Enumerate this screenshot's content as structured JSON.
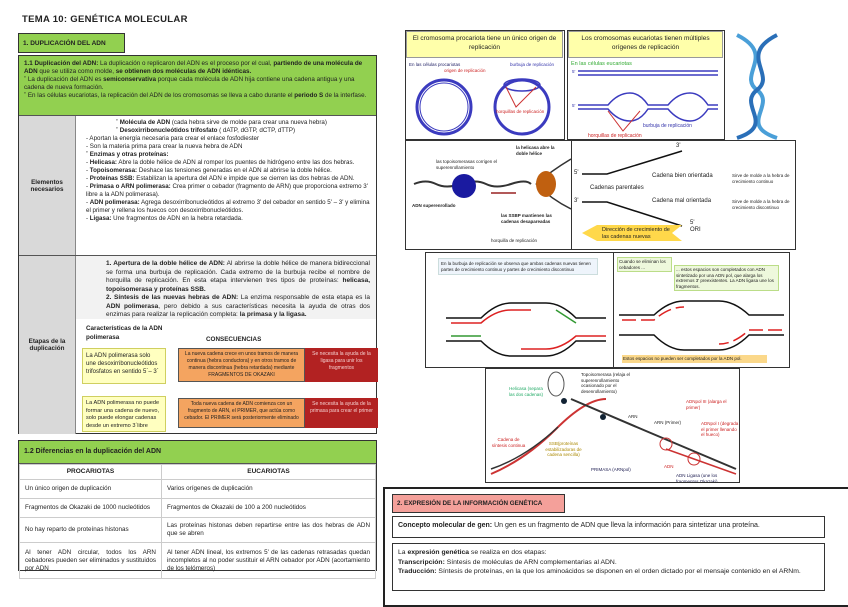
{
  "title": "TEMA 10: GENÉTICA MOLECULAR",
  "section1": {
    "header": "1. DUPLICACIÓN DEL ADN",
    "intro": {
      "label": "1.1 Duplicación del ADN:",
      "text1": " La duplicación o replicaron del ADN es el proceso por el cual, ",
      "bold1": "partiendo de una molécula de ADN",
      "text2": " que se utiliza como molde, ",
      "bold2": "se obtienen dos moléculas de ADN idénticas.",
      "b1a": "La duplicación del ADN es ",
      "b1b": "semiconservativa",
      "b1c": " porque cada molécula de ADN hija contiene una cadena antigua y una cadena de nueva formación.",
      "b2a": "En las células eucariotas, la replicación del ADN de los cromosomas se lleva a cabo durante el ",
      "b2b": "periodo S",
      "b2c": " de la interfase."
    },
    "elementos": {
      "label": "Elementos necesarios",
      "items": [
        {
          "b": "Molécula de ADN",
          "t": " (cada hebra sirve de molde para crear una nueva hebra)"
        },
        {
          "b": "Desoxirribonucleótidos trifosfato",
          "t": " ( dATP, dGTP, dCTP, dTTP)"
        },
        {
          "b": "",
          "t": "- Aportan la energía necesaria para crear el enlace fosfodiester"
        },
        {
          "b": "",
          "t": "- Son la materia prima para crear la nueva hebra de ADN"
        },
        {
          "b": "Enzimas y otras proteínas:",
          "t": ""
        },
        {
          "b": "Helicasa:",
          "t": " Abre la doble hélice de ADN al romper los puentes de hidrógeno entre las dos hebras."
        },
        {
          "b": "Topoisomerasa:",
          "t": " Deshace las tensiones generadas en el ADN al abrirse la doble hélice."
        },
        {
          "b": "Proteínas SSB:",
          "t": " Estabilizan la apertura del ADN e impide que se cierren las dos hebras de ADN."
        },
        {
          "b": "Primasa o ARN polimerasa:",
          "t": " Crea primer o cebador (fragmento de ARN) que proporciona extremo 3' libre a la ADN polimerasa)."
        },
        {
          "b": "ADN polimerasa:",
          "t": " Agrega desoxirribonucleótidos al extremo 3' del cebador en sentido 5' – 3' y elimina el primer y rellena los huecos con desoxirribonucleótidos."
        },
        {
          "b": "Ligasa:",
          "t": " Une fragmentos de ADN en la hebra retardada."
        }
      ]
    },
    "etapas": {
      "label": "Etapas de la duplicación",
      "s1b": "1. Apertura de la doble hélice de ADN:",
      "s1t": " Al abrirse la doble hélice de manera bidireccional se forma una burbuja de replicación. Cada extremo de la burbuja recibe el nombre de horquilla de replicación. En esta etapa intervienen tres tipos de proteínas: ",
      "s1b2": "helicasa, topoisomerasa y proteínas SSB.",
      "s2b": "2. Síntesis de las nuevas hebras de ADN:",
      "s2t": " La enzima responsable de esta etapa es la ",
      "s2b2": "ADN polimerasa",
      "s2t2": ", pero debido a sus características necesita la ayuda de otras dos enzimas para realizar la replicación completa: ",
      "s2b3": "la primasa y la ligasa.",
      "char_head": "Características de la ADN polimerasa",
      "cons_head": "CONSECUENCIAS",
      "c1": "La ADN polimerasa solo une desoxirribonucleótidos trifosfatos en sentido 5´– 3´",
      "o1": "La nueva cadena crece en unos tramos de manera continua (hebra conductora) y en otros tramos de manera discontinua (hebra retardada) mediante FRAGMENTOS DE OKAZAKI",
      "r1": "Se necesita la ayuda de la ligasa para unir los fragmentos",
      "c2": "La ADN polimerasa no puede formar una cadena de nuevo, solo puede elongar cadenas desde un extremo 3´libre",
      "o2": "Toda nueva cadena de ADN comienza con un fragmento de ARN, el PRIMER, que actúa como cebador. El PRIMER será posteriormente eliminado",
      "r2": "Se necesita la ayuda de la primasa para crear el primer"
    }
  },
  "section12": {
    "header": "1.2 Diferencias en la duplicación del ADN",
    "columns": [
      "PROCARIOTAS",
      "EUCARIOTAS"
    ],
    "rows": [
      [
        "Un único origen de duplicación",
        "Varios orígenes de duplicación"
      ],
      [
        "Fragmentos de Okazaki de 1000 nucleótidos",
        "Fragmentos de Okazaki de 100 a 200 nucleótidos"
      ],
      [
        "No hay reparto de proteínas histonas",
        "Las proteínas histonas deben repartirse entre las dos hebras de ADN que se abren"
      ],
      [
        "Al tener ADN circular, todos los ARN cebadores pueden ser eliminados y sustituidos por ADN",
        "Al tener ADN lineal, los extremos 5' de las cadenas retrasadas quedan incompletos al no poder sustituir el ARN cebador por ADN (acortamiento de los telómeros)"
      ]
    ]
  },
  "figures": {
    "prok_caption": "El cromosoma procariota tiene un único origen de replicación",
    "prok_labels": [
      "En las células procariotas",
      "origen de replicación",
      "burbuja de replicación",
      "horquillas de replicación"
    ],
    "euk_caption": "Los cromosomas eucariotas tienen múltiples orígenes de replicación",
    "euk_labels": [
      "En las células eucariotas",
      "5'",
      "5'",
      "burbuja de replicación",
      "horquillas de replicación"
    ],
    "fork_labels": [
      "las topoisomerasas corrigen el superenrollamiento",
      "la helicasa abre la doble hélice",
      "ADN superenrollado",
      "las SSBP mantienen las cadenas desapareadas",
      "horquilla de replicación"
    ],
    "strand_labels": {
      "p5": "5'",
      "p3": "3'",
      "top3": "3'",
      "bot5": "5'",
      "ori": "ORI",
      "parentales": "Cadenas parentales",
      "bien": "Cadena bien orientada",
      "bien_note": "Sirve de molde a la hebra de crecimiento continuo",
      "mal": "Cadena mal orientada",
      "mal_note": "Sirve de molde a la hebra de crecimiento discontinuo",
      "dir": "Dirección de crecimiento de las cadenas nuevas"
    },
    "bubble1_note": "En la burbuja de replicación se observa que ambas cadenas nuevas tienen partes de crecimiento continuo y partes de crecimiento discontinuo",
    "bubble2_notes": [
      "Cuando se eliminan los cebadores ...",
      "... estos espacios son completados con ADN sintetizado por una ADN pol, que alarga los extremos 3' preexistentes. La ADN ligasa une los fragmentos.",
      "Estos espacios no pueden ser completados por la ADN pol."
    ],
    "fork2_labels": [
      "Topoisomerasa (relaja el superenrollamiento ocasionado por el desenrollamiento)",
      "Helicasa (separa las dos cadenas)",
      "ARN",
      "ARN (Primer)",
      "ADNpol III (alarga el primer)",
      "ADNpol I (degrada el primer llenando el hueco)",
      "Cadena de síntesis continua",
      "SSB(proteínas estabilizadoras de cadena sencilla)",
      "PRIMASA (ARNpol)",
      "ADN",
      "ADN Ligasa (une los fragmentos Okazaki)"
    ]
  },
  "section2": {
    "header": "2. EXPRESIÓN DE LA INFORMACIÓN GENÉTICA",
    "concept_b": "Concepto molecular de gen:",
    "concept_t": " Un gen es un fragmento de ADN que lleva la información para sintetizar una proteína.",
    "expr_a": "La ",
    "expr_b": "expresión genética",
    "expr_c": " se realiza en dos etapas:",
    "tr_b": "Transcripción:",
    "tr_t": " Síntesis de moléculas de ARN complementarias al ADN.",
    "td_b": "Traducción:",
    "td_t": " Síntesis de proteínas, en la que los aminoácidos se disponen en el orden dictado por el mensaje contenido en el ARNm."
  },
  "colors": {
    "green": "#92d050",
    "pink": "#f4a09a",
    "orange": "#f4a460",
    "red": "#b22222",
    "yellow": "#ffffc0",
    "dna_blue": "#3b3bbf"
  }
}
